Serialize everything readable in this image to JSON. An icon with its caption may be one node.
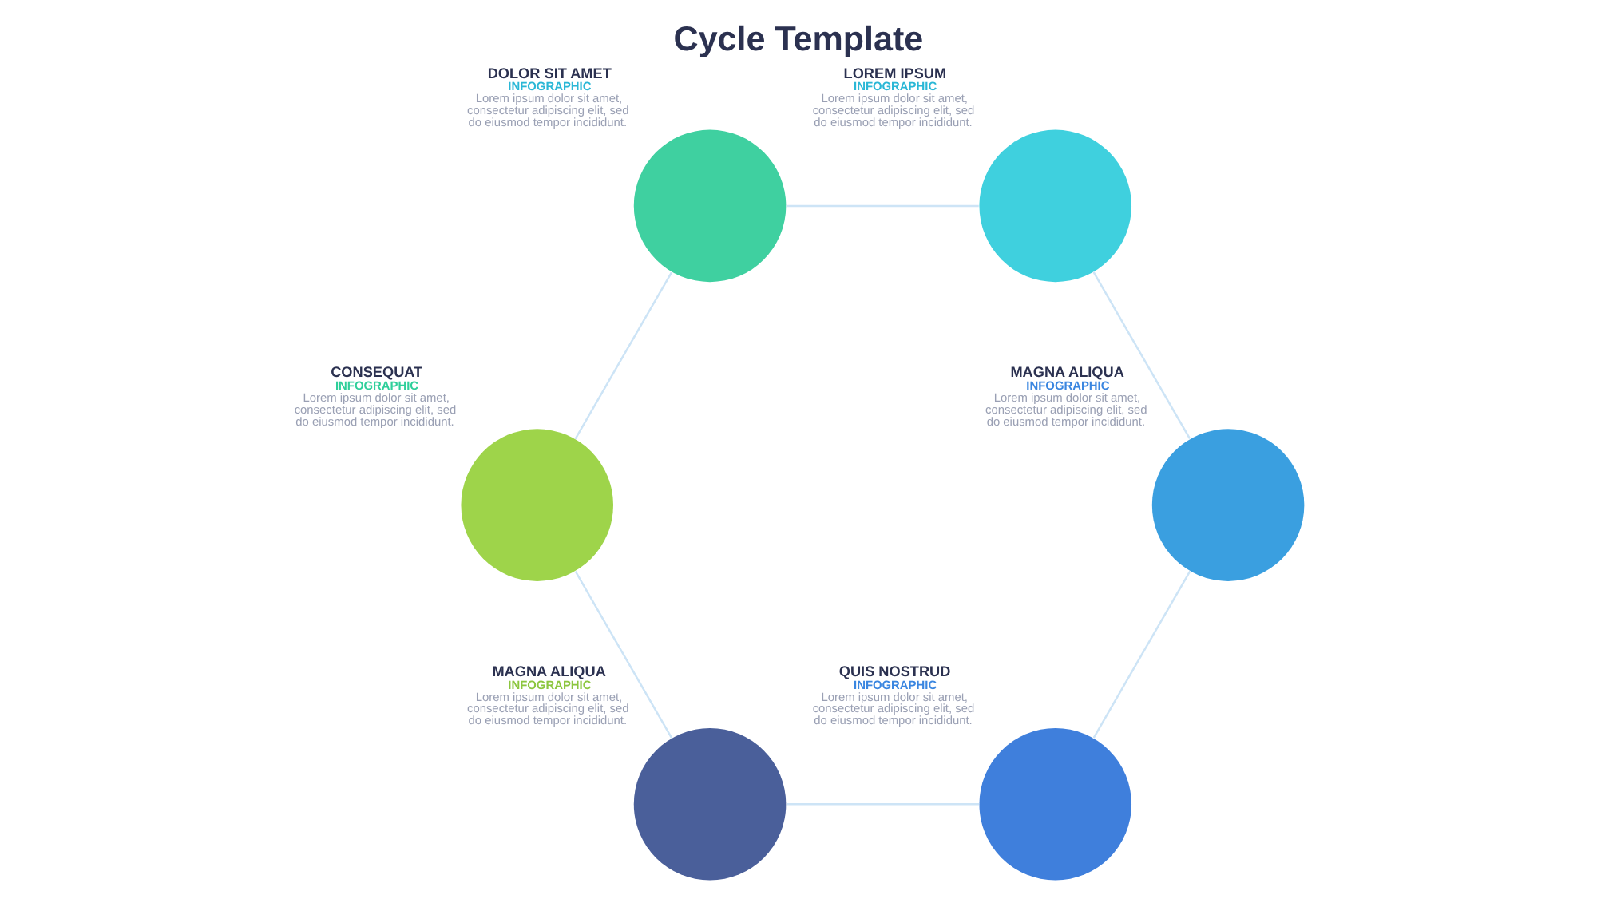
{
  "diagram": {
    "title": "Cycle Template",
    "nodes": [
      {
        "text": [],
        "shape": "circle",
        "beside": [
          "QUIS NOSTRUD",
          "INFOGRAPHIC",
          "Lorem ipsum dolor sit amet, consectetur adipiscing elit, sed do eiusmod tempor incididunt."
        ]
      },
      {
        "text": [],
        "shape": "circle",
        "beside": [
          "MAGNA ALIQUA",
          "INFOGRAPHIC",
          "Lorem ipsum dolor sit amet, consectetur adipiscing elit, sed do eiusmod tempor incididunt."
        ]
      },
      {
        "text": [],
        "shape": "circle",
        "beside": [
          "MAGNA ALIQUA",
          "INFOGRAPHIC",
          "Lorem ipsum dolor sit amet, consectetur adipiscing elit, sed do eiusmod tempor incididunt."
        ]
      },
      {
        "text": [],
        "shape": "circle",
        "beside": [
          "CONSEQUAT",
          "INFOGRAPHIC",
          "Lorem ipsum dolor sit amet, consectetur adipiscing elit, sed do eiusmod tempor incididunt."
        ]
      },
      {
        "text": [],
        "shape": "circle",
        "beside": [
          "LOREM IPSUM",
          "INFOGRAPHIC",
          "Lorem ipsum dolor sit amet, consectetur adipiscing elit, sed do eiusmod tempor incididunt."
        ]
      },
      {
        "text": [],
        "shape": "circle",
        "beside": [
          "DOLOR SIT AMET",
          "INFOGRAPHIC",
          "Lorem ipsum dolor sit amet, consectetur adipiscing elit, sed do eiusmod tempor incididunt."
        ]
      }
    ],
    "edges": [
      {
        "from": 0,
        "to": 1,
        "arrow": "none"
      },
      {
        "from": 1,
        "to": 3,
        "arrow": "none"
      },
      {
        "from": 3,
        "to": 5,
        "arrow": "none"
      },
      {
        "from": 5,
        "to": 4,
        "arrow": "none"
      },
      {
        "from": 4,
        "to": 2,
        "arrow": "none"
      },
      {
        "from": 2,
        "to": 0,
        "arrow": "none"
      }
    ]
  }
}
